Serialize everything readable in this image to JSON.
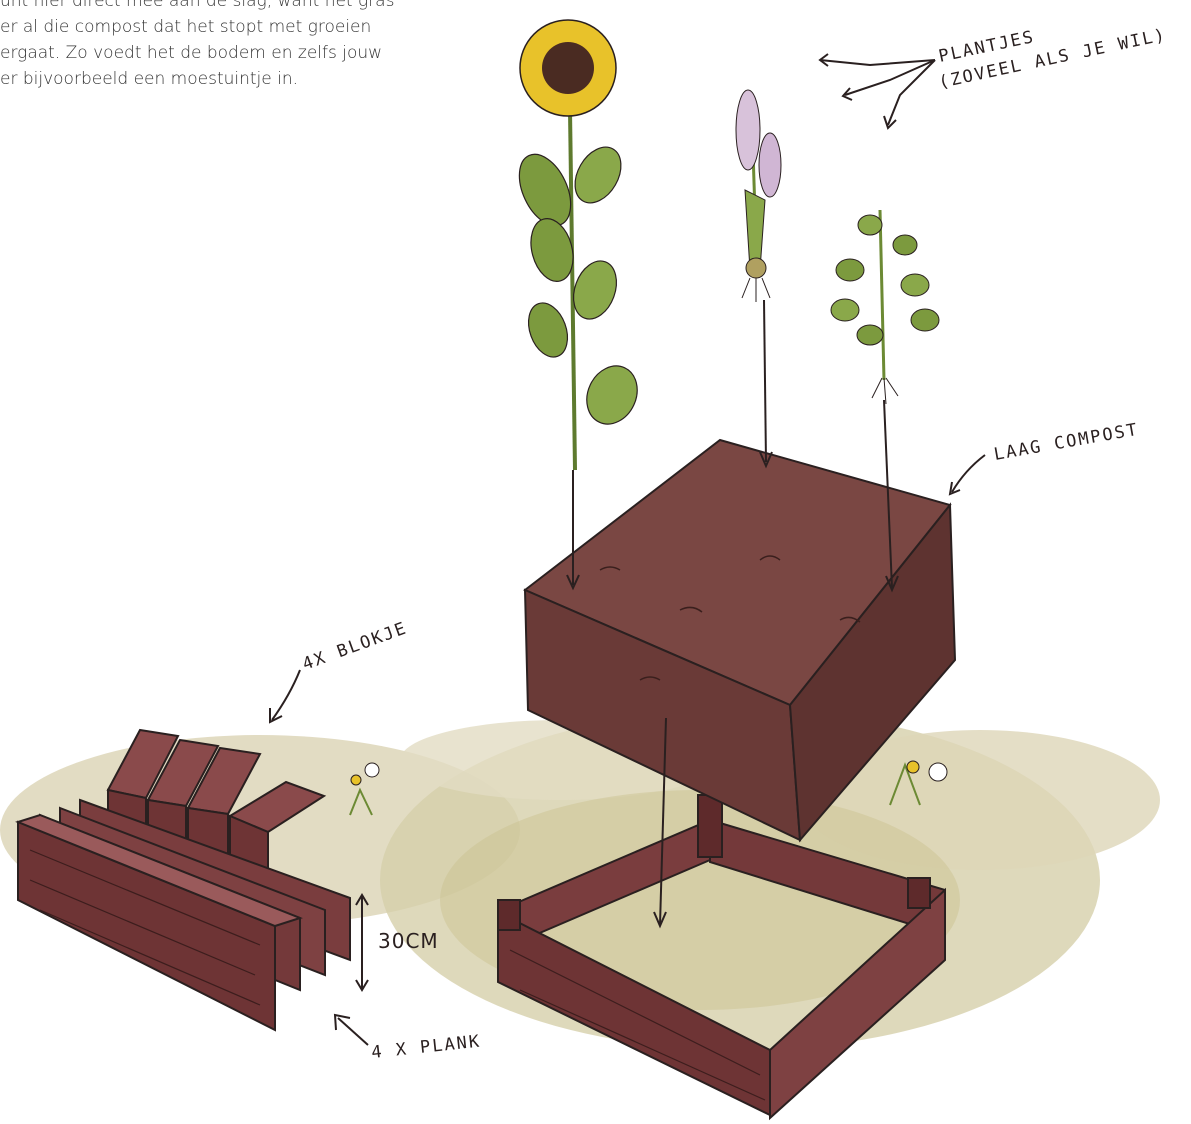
{
  "intro_lines": [
    "unt hier direct mee aan de slag, want het gras",
    "er al die compost dat het stopt met groeien",
    "ergaat. Zo voedt het de bodem en zelfs jouw",
    "er bijvoorbeeld een moestuintje in."
  ],
  "labels": {
    "plants_line1": "PLANTJES",
    "plants_line2": "(ZOVEEL ALS JE WIL)",
    "compost": "LAAG COMPOST",
    "blocks": "4X BLOKJE",
    "height": "30CM",
    "planks": "4 X PLANK"
  },
  "colors": {
    "wood": "#6e3435",
    "wood_light": "#8a4a4b",
    "compost": "#6f3f3c",
    "ground": "#d8d1b0",
    "leaf": "#7c9a3e",
    "ink": "#2a2020"
  }
}
